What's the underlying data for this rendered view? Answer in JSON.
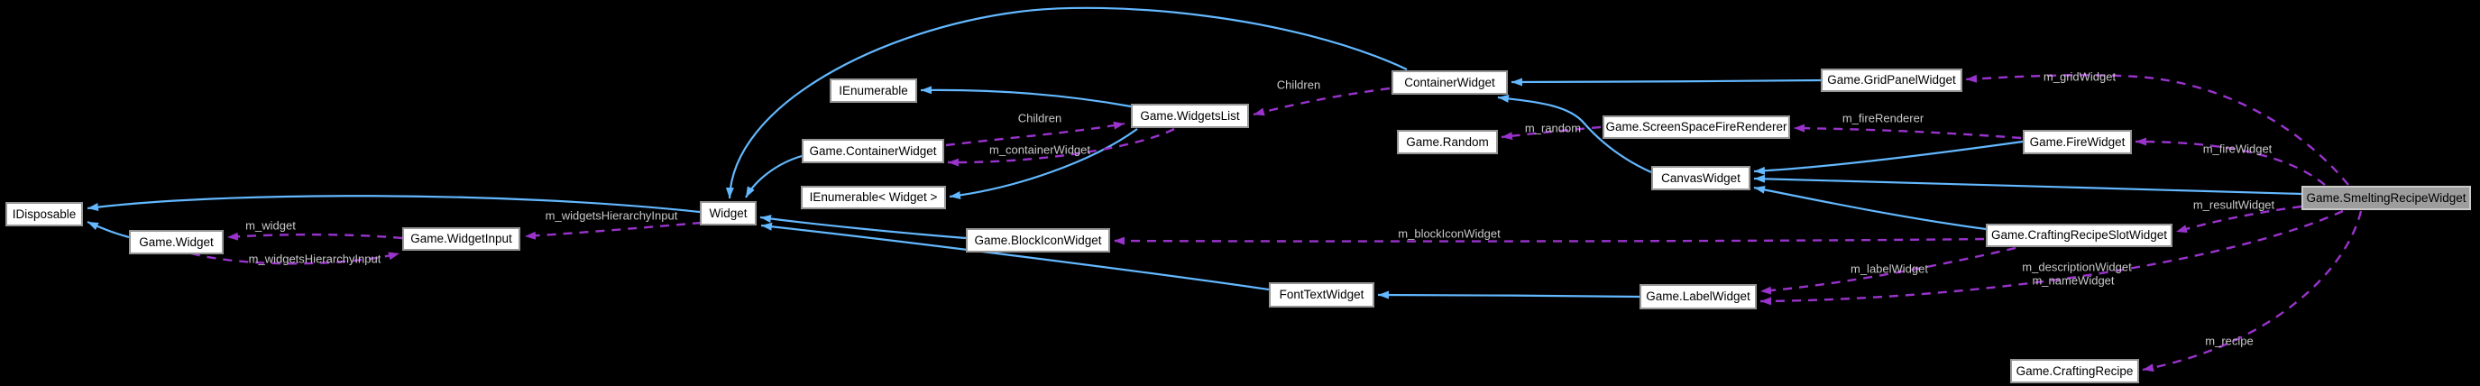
{
  "diagram": {
    "kind": "collaboration-graph",
    "background": "#000000",
    "colors": {
      "inheritance_edge": "#63b8ff",
      "usage_edge": "#9933cc",
      "edge_label_text": "#c8c8c8",
      "node_background": "#ffffff",
      "node_border": "#969696",
      "node_text": "#000000",
      "selected_node_background": "#9d9d9d"
    },
    "selected_node": "Game.SmeltingRecipeWidget",
    "nodes": [
      {
        "label": "IDisposable"
      },
      {
        "label": "Game.Widget"
      },
      {
        "label": "Game.WidgetInput"
      },
      {
        "label": "Widget"
      },
      {
        "label": "IEnumerable"
      },
      {
        "label": "Game.ContainerWidget"
      },
      {
        "label": "IEnumerable< Widget >"
      },
      {
        "label": "Game.WidgetsList"
      },
      {
        "label": "Game.BlockIconWidget"
      },
      {
        "label": "FontTextWidget"
      },
      {
        "label": "ContainerWidget"
      },
      {
        "label": "Game.Random"
      },
      {
        "label": "Game.ScreenSpaceFireRenderer"
      },
      {
        "label": "CanvasWidget"
      },
      {
        "label": "Game.LabelWidget"
      },
      {
        "label": "Game.GridPanelWidget"
      },
      {
        "label": "Game.FireWidget"
      },
      {
        "label": "Game.CraftingRecipeSlotWidget"
      },
      {
        "label": "Game.CraftingRecipe"
      },
      {
        "label": "Game.SmeltingRecipeWidget"
      }
    ],
    "labels": [
      {
        "text": "m_widget"
      },
      {
        "text": "m_widgetsHierarchyInput"
      },
      {
        "text": "m_widgetsHierarchyInput"
      },
      {
        "text": "Children"
      },
      {
        "text": "m_containerWidget"
      },
      {
        "text": "Children"
      },
      {
        "text": "m_random"
      },
      {
        "text": "m_fireRenderer"
      },
      {
        "text": "m_gridWidget"
      },
      {
        "text": "m_fireWidget"
      },
      {
        "text": "m_resultWidget"
      },
      {
        "text": "m_blockIconWidget"
      },
      {
        "text": "m_labelWidget"
      },
      {
        "text": "m_descriptionWidget"
      },
      {
        "text": "m_nameWidget"
      },
      {
        "text": "m_recipe"
      }
    ],
    "edges": {
      "inheritance": [
        {
          "from": "Widget",
          "to": "IDisposable"
        },
        {
          "from": "Game.Widget",
          "to": "IDisposable"
        },
        {
          "from": "ContainerWidget",
          "to": "Widget"
        },
        {
          "from": "Game.ContainerWidget",
          "to": "Widget"
        },
        {
          "from": "Game.WidgetsList",
          "to": "IEnumerable"
        },
        {
          "from": "Game.WidgetsList",
          "to": "IEnumerable< Widget >"
        },
        {
          "from": "Game.BlockIconWidget",
          "to": "Widget"
        },
        {
          "from": "FontTextWidget",
          "to": "Widget"
        },
        {
          "from": "Game.LabelWidget",
          "to": "FontTextWidget"
        },
        {
          "from": "Game.GridPanelWidget",
          "to": "ContainerWidget"
        },
        {
          "from": "CanvasWidget",
          "to": "ContainerWidget"
        },
        {
          "from": "Game.FireWidget",
          "to": "CanvasWidget"
        },
        {
          "from": "Game.SmeltingRecipeWidget",
          "to": "CanvasWidget"
        },
        {
          "from": "Game.CraftingRecipeSlotWidget",
          "to": "CanvasWidget"
        }
      ],
      "usage": [
        {
          "from": "Game.WidgetInput",
          "to": "Game.Widget",
          "label": "m_widget"
        },
        {
          "from": "Game.Widget",
          "to": "Game.WidgetInput",
          "label": "m_widgetsHierarchyInput"
        },
        {
          "from": "Widget",
          "to": "Game.WidgetInput",
          "label": "m_widgetsHierarchyInput"
        },
        {
          "from": "Game.ContainerWidget",
          "to": "Game.WidgetsList",
          "label": "Children"
        },
        {
          "from": "ContainerWidget",
          "to": "Game.WidgetsList",
          "label": "Children"
        },
        {
          "from": "Game.WidgetsList",
          "to": "Game.ContainerWidget",
          "label": "m_containerWidget"
        },
        {
          "from": "Game.FireWidget",
          "to": "Game.ScreenSpaceFireRenderer",
          "label": "m_fireRenderer"
        },
        {
          "from": "Game.ScreenSpaceFireRenderer",
          "to": "Game.Random",
          "label": "m_random"
        },
        {
          "from": "Game.SmeltingRecipeWidget",
          "to": "Game.GridPanelWidget",
          "label": "m_gridWidget"
        },
        {
          "from": "Game.SmeltingRecipeWidget",
          "to": "Game.FireWidget",
          "label": "m_fireWidget"
        },
        {
          "from": "Game.SmeltingRecipeWidget",
          "to": "Game.CraftingRecipeSlotWidget",
          "label": "m_resultWidget"
        },
        {
          "from": "Game.CraftingRecipeSlotWidget",
          "to": "Game.BlockIconWidget",
          "label": "m_blockIconWidget"
        },
        {
          "from": "Game.CraftingRecipeSlotWidget",
          "to": "Game.LabelWidget",
          "label": "m_labelWidget"
        },
        {
          "from": "Game.SmeltingRecipeWidget",
          "to": "Game.LabelWidget",
          "label": "m_descriptionWidget m_nameWidget"
        },
        {
          "from": "Game.SmeltingRecipeWidget",
          "to": "Game.CraftingRecipe",
          "label": "m_recipe"
        }
      ]
    }
  }
}
